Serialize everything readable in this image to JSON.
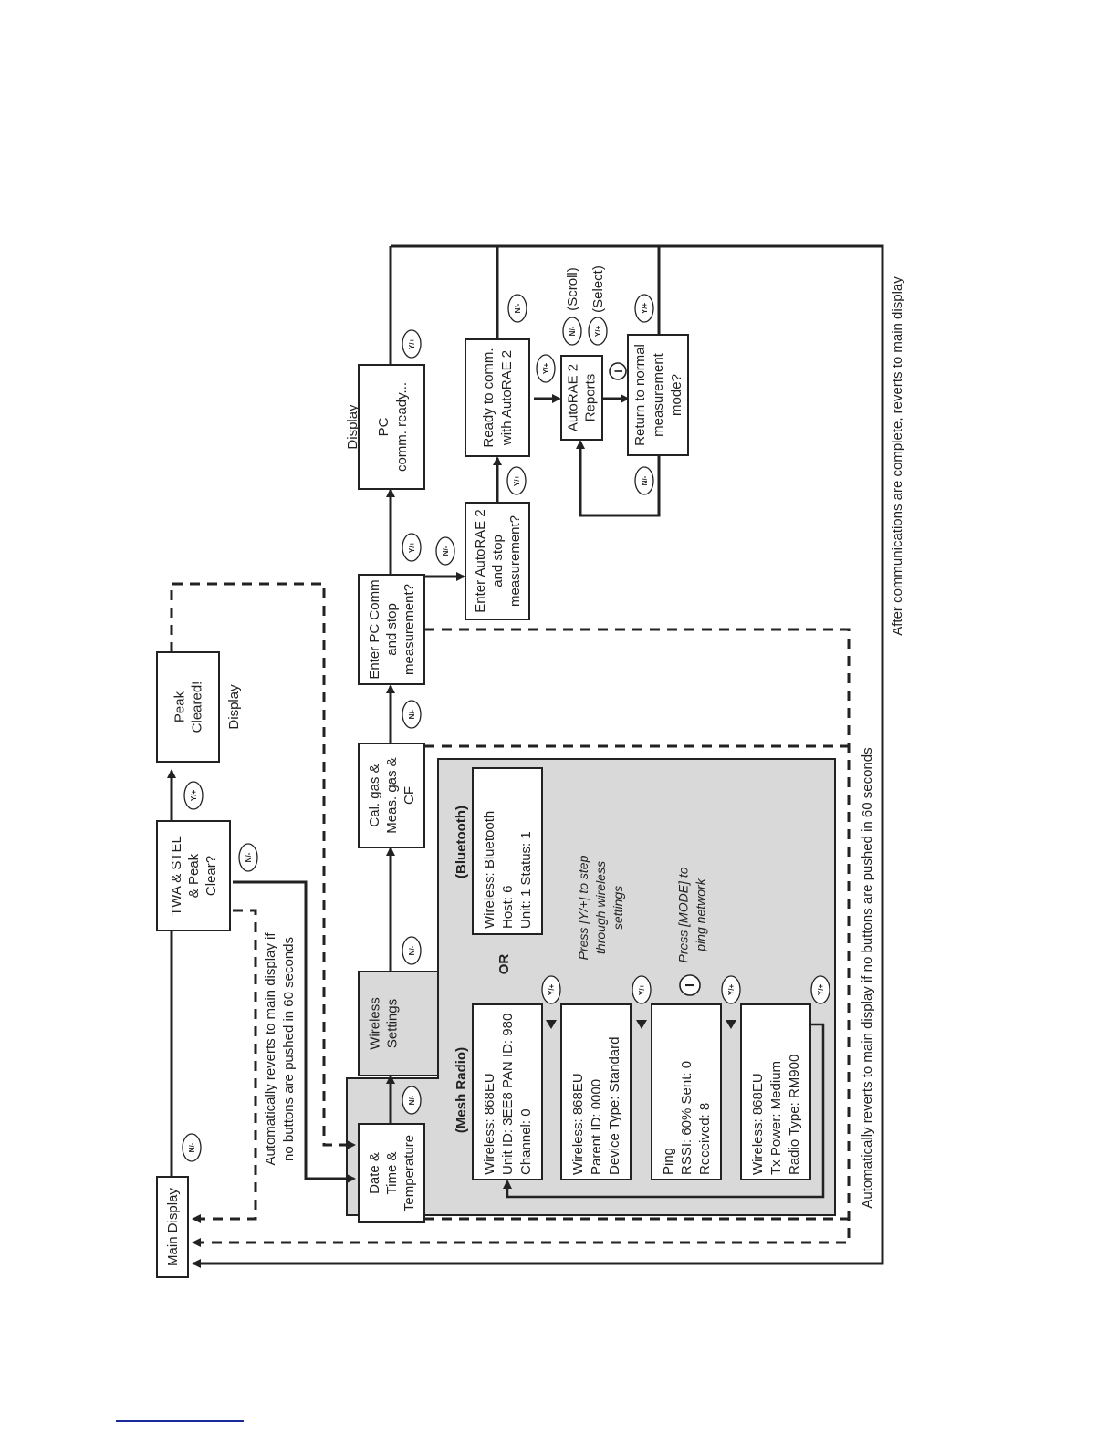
{
  "boxes": {
    "main_display": [
      "Main Display"
    ],
    "twa_stel": [
      "TWA & STEL",
      "& Peak",
      "Clear?"
    ],
    "peak_cleared": [
      "Peak",
      "Cleared!"
    ],
    "date_time": [
      "Date &",
      "Time &",
      "Temperature"
    ],
    "wireless_settings": [
      "Wireless",
      "Settings"
    ],
    "cal_gas": [
      "Cal. gas &",
      "Meas. gas &",
      "CF"
    ],
    "enter_pc": [
      "Enter PC Comm",
      "and stop",
      "measurement?"
    ],
    "pc_ready": [
      "PC",
      "comm. ready..."
    ],
    "enter_autorae": [
      "Enter AutoRAE 2",
      "and stop",
      "measurement?"
    ],
    "ready_autorae": [
      "Ready to comm.",
      "with AutoRAE 2"
    ],
    "autorae_reports": [
      "AutoRAE 2",
      "Reports"
    ],
    "return_normal": [
      "Return to normal",
      "measurement",
      "mode?"
    ],
    "mesh1": [
      "Wireless: 868EU",
      "Unit ID: 3EE8  PAN ID: 980",
      "Channel: 0"
    ],
    "mesh2": [
      "Wireless: 868EU",
      "Parent ID: 0000",
      "Device Type: Standard"
    ],
    "mesh3": [
      "Ping",
      "RSSI: 60%   Sent: 0",
      "Received: 8"
    ],
    "mesh4": [
      "Wireless: 868EU",
      "Tx Power: Medium",
      "Radio Type: RM900"
    ],
    "bluetooth": [
      "Wireless: Bluetooth",
      "Host: 6",
      "Unit: 1          Status: 1"
    ]
  },
  "labels": {
    "display_peak": "Display",
    "display_pc": "Display",
    "mesh_radio": "(Mesh Radio)",
    "bluetooth": "(Bluetooth)",
    "or": "OR",
    "press_y": [
      "Press [Y/+] to step",
      "through wireless",
      "settings"
    ],
    "press_mode": [
      "Press [MODE] to",
      "ping network"
    ],
    "scroll": "(Scroll)",
    "select": "(Select)",
    "auto_revert_top": [
      "Automatically reverts to main display if",
      "no buttons are pushed in 60 seconds"
    ],
    "auto_revert_bottom": "Automatically reverts to main display if no buttons are pushed in 60 seconds",
    "after_comm": "After communications are complete, reverts to main display"
  },
  "buttons": {
    "no": "N/-",
    "yes": "Y/+",
    "mode": "I"
  },
  "colors": {
    "ink": "#222222",
    "panel_fill": "#d9d9d9",
    "page": "#ffffff"
  }
}
